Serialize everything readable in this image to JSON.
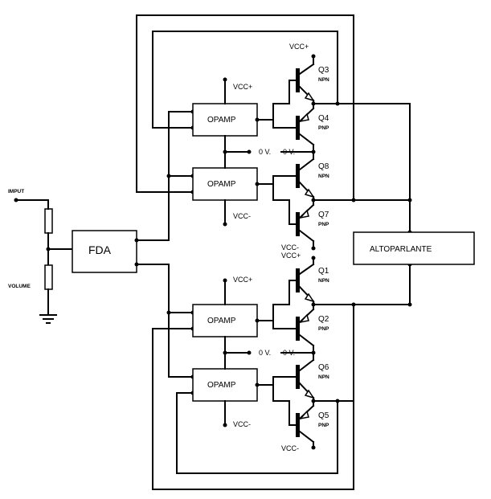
{
  "labels": {
    "input": "IMPUT",
    "volume": "VOLUME",
    "fda": "FDA",
    "speaker": "ALTOPARLANTE",
    "opamp": "OPAMP",
    "vcc_plus": "VCC+",
    "vcc_minus": "VCC-",
    "zero_v": "0 V.",
    "npn": "NPN",
    "pnp": "PNP"
  },
  "transistors": {
    "q3": "Q3",
    "q4": "Q4",
    "q8": "Q8",
    "q7": "Q7",
    "q1": "Q1",
    "q2": "Q2",
    "q6": "Q6",
    "q5": "Q5"
  }
}
